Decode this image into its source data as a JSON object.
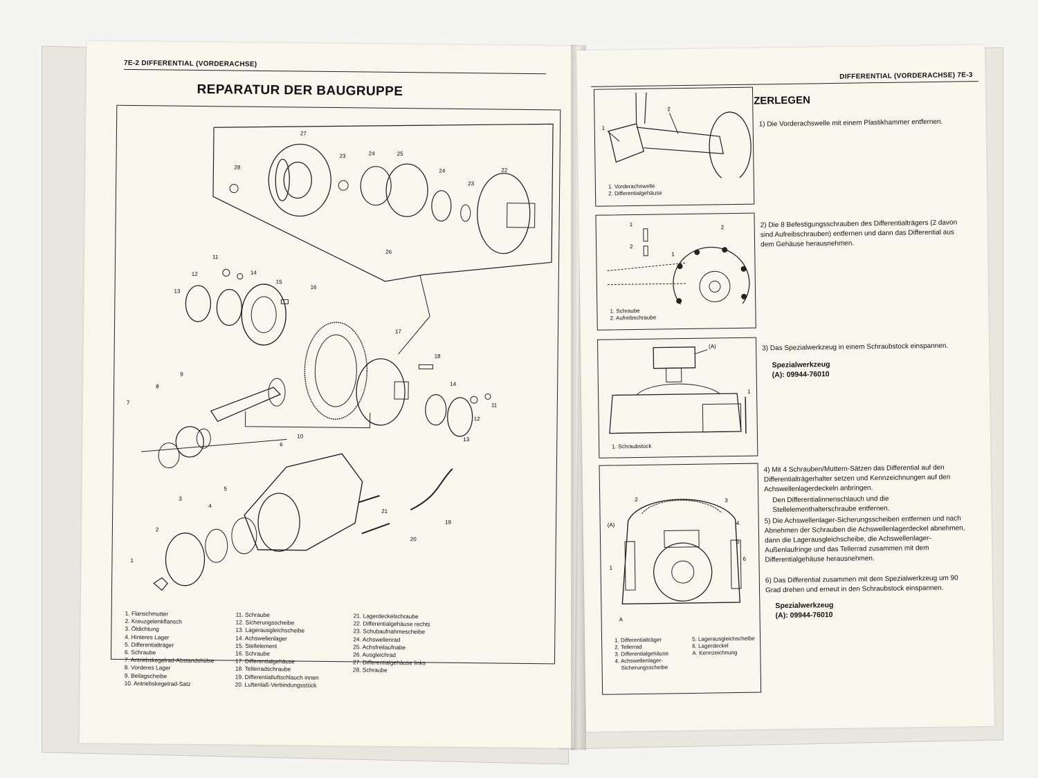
{
  "left_page": {
    "running_head": "7E-2  DIFFERENTIAL (VORDERACHSE)",
    "title": "REPARATUR DER BAUGRUPPE",
    "part_numbers": [
      "1",
      "2",
      "3",
      "4",
      "5",
      "6",
      "7",
      "8",
      "9",
      "10",
      "11",
      "12",
      "13",
      "14",
      "15",
      "16",
      "17",
      "18",
      "19",
      "20",
      "21",
      "22",
      "23",
      "24",
      "25",
      "26",
      "27",
      "28"
    ],
    "legend": [
      [
        "1. Flanschmutter",
        "2. Kreuzgelenkflansch",
        "3. Öldichtung",
        "4. Hinteres Lager",
        "5. Differentialträger",
        "6. Schraube",
        "7. Antriebskegelrad-Abstandshülse",
        "8. Vorderes Lager",
        "9. Beilagscheibe",
        "10. Antriebskegelrad-Satz"
      ],
      [
        "11. Schraube",
        "12. Sicherungsscheibe",
        "13. Lagerausgleichscheibe",
        "14. Achswellenlager",
        "15. Stellelement",
        "16. Schraube",
        "17. Differentialgehäuse",
        "18. Tellerradschraube",
        "19. Differentialluftschlauch innen",
        "20. Luftenlaß-Verbindungsstück"
      ],
      [
        "21. Lagerdeckelschraube",
        "22. Differentialgehäuse rechts",
        "23. Schubaufnahmescheibe",
        "24. Achswellenrad",
        "25. Achsfreilaufnabe",
        "26. Ausgleichrad",
        "27. Differentialgehäuse links",
        "28. Schraube"
      ]
    ]
  },
  "right_page": {
    "running_head": "DIFFERENTIAL (VORDERACHSE)  7E-3",
    "section_title": "ZERLEGEN",
    "steps": [
      {
        "num": "1)",
        "text": "Die Vorderachswelle mit einem Plastikhammer entfernen."
      },
      {
        "num": "2)",
        "text": "Die 8 Befestigungsschrauben des Differentialträgers (2 davon sind Aufreibschrauben) entfernen und dann das Differential aus dem Gehäuse herausnehmen."
      },
      {
        "num": "3)",
        "text": "Das Spezialwerkzeug in einem Schraubstock einspannen."
      },
      {
        "num": "4)",
        "text": "Mit 4 Schrauben/Muttern-Sätzen das Differential auf den Differentialträgerhalter setzen und Kennzeichnungen auf den Achswellenlagerdeckeln anbringen."
      },
      {
        "num": "",
        "text": "Den Differentialinnenschlauch und die Stellelementhalterschraube entfernen."
      },
      {
        "num": "5)",
        "text": "Die Achswellenlager-Sicherungsscheiben entfernen und nach Abnehmen der Schrauben die Achswellenlagerdeckel abnehmen, dann die Lagerausgleichscheibe, die Achswellenlager-Außenlaufringe und das Tellerrad zusammen mit dem Differentialgehäuse herausnehmen."
      },
      {
        "num": "6)",
        "text": "Das Differential zusammen mit dem Spezialwerkzeug um 90 Grad drehen und erneut in den Schraubstock einspannen."
      }
    ],
    "tool1": {
      "label": "Spezialwerkzeug",
      "value": "(A): 09944-76010"
    },
    "tool2": {
      "label": "Spezialwerkzeug",
      "value": "(A): 09944-76010"
    },
    "fig1": {
      "labels": [
        "1",
        "2"
      ],
      "legend": [
        "1. Vorderachswelle",
        "2. Differentialgehäuse"
      ]
    },
    "fig2": {
      "labels": [
        "1",
        "2",
        "2",
        "1"
      ],
      "legend": [
        "1. Schraube",
        "2. Aufreibschraube"
      ]
    },
    "fig3": {
      "labels": [
        "(A)",
        "1"
      ],
      "legend": [
        "1. Schraubstock"
      ]
    },
    "fig4": {
      "labels": [
        "1",
        "2",
        "3",
        "4",
        "5",
        "6",
        "(A)",
        "A"
      ],
      "legend_left": [
        "1. Differentialträger",
        "2. Tellerrad",
        "3. Differentialgehäuse",
        "4. Achswellenlager-",
        "    Sicherungsscheibe"
      ],
      "legend_right": [
        "5. Lagerausgleichscheibe",
        "6. Lagerdeckel",
        "A. Kennzeichnung"
      ]
    }
  }
}
